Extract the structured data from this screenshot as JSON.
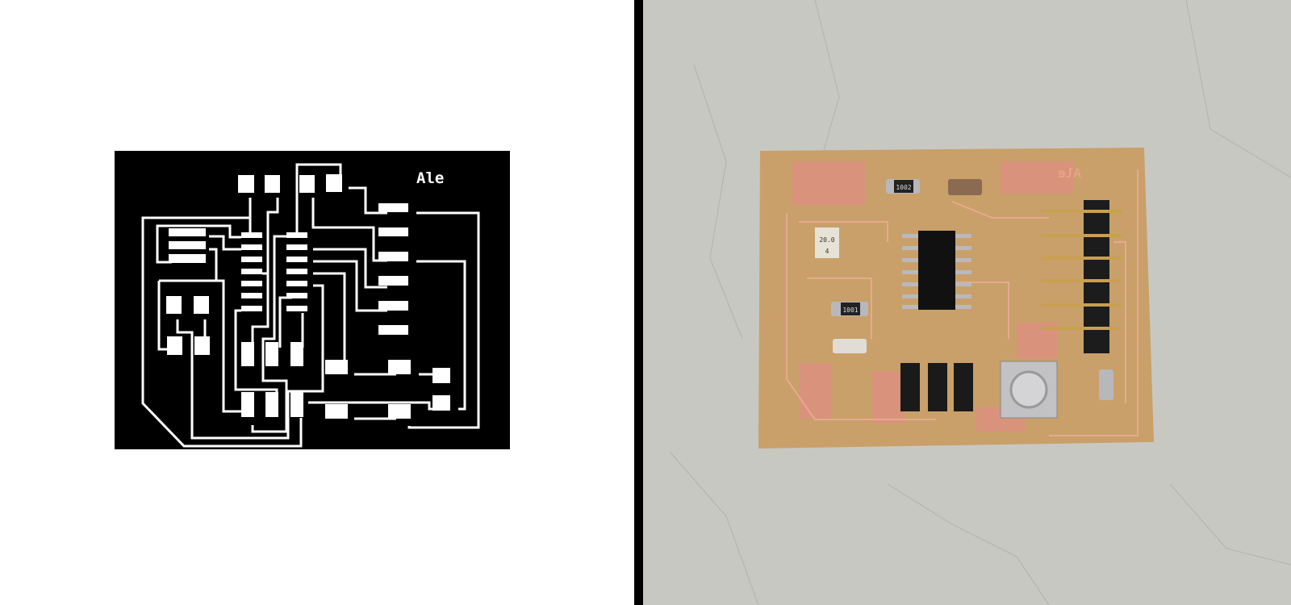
{
  "left_panel": {
    "board_label": "Ale",
    "colors": {
      "background": "#ffffff",
      "board": "#000000",
      "copper": "#ffffff"
    }
  },
  "divider": {
    "color": "#000000"
  },
  "right_panel": {
    "colors": {
      "floor": "#c8c8c3",
      "substrate": "#c9a06a",
      "copper": "#d9927c",
      "solder": "#b9b9bd"
    },
    "resistor_top_label": "1002",
    "resistor_mid_label": "1001",
    "resonator_label_line1": "20.0",
    "resonator_label_line2": "4",
    "mirrored_board_label": "Ale"
  }
}
